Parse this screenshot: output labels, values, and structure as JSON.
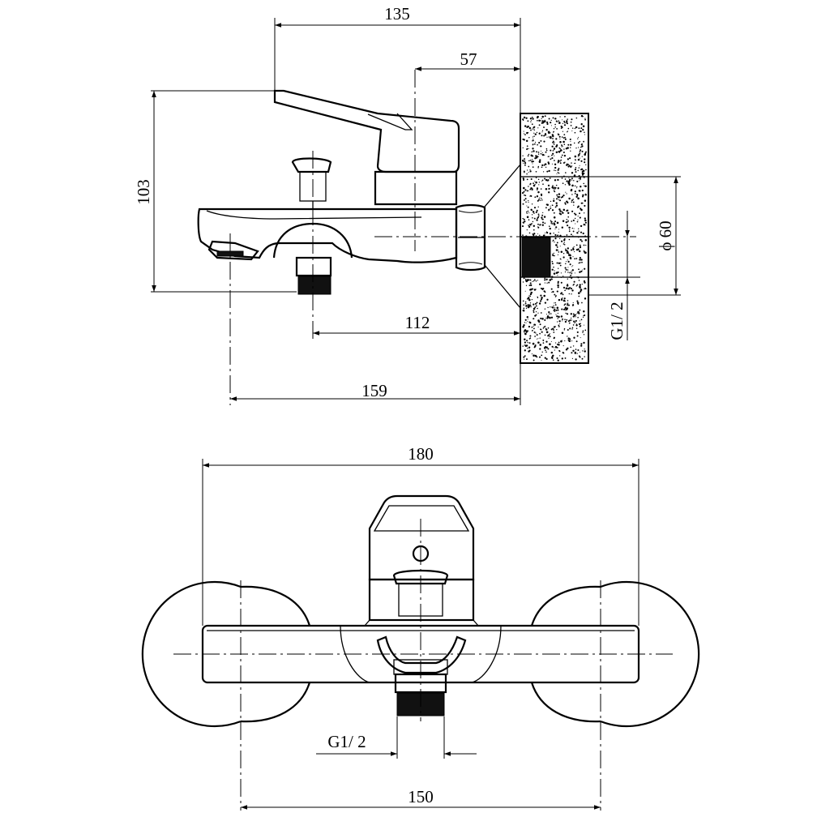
{
  "side_view": {
    "dims": {
      "handle_reach": "135",
      "axis_to_wall": "57",
      "height": "103",
      "outlet_to_wall": "112",
      "spout_to_wall": "159",
      "escutcheon_diameter": "ϕ 60",
      "thread": "G1/ 2"
    }
  },
  "front_view": {
    "dims": {
      "overall_width": "180",
      "thread": "G1/ 2",
      "center_distance": "150"
    }
  },
  "colors": {
    "stroke": "#000000",
    "background": "#ffffff"
  }
}
